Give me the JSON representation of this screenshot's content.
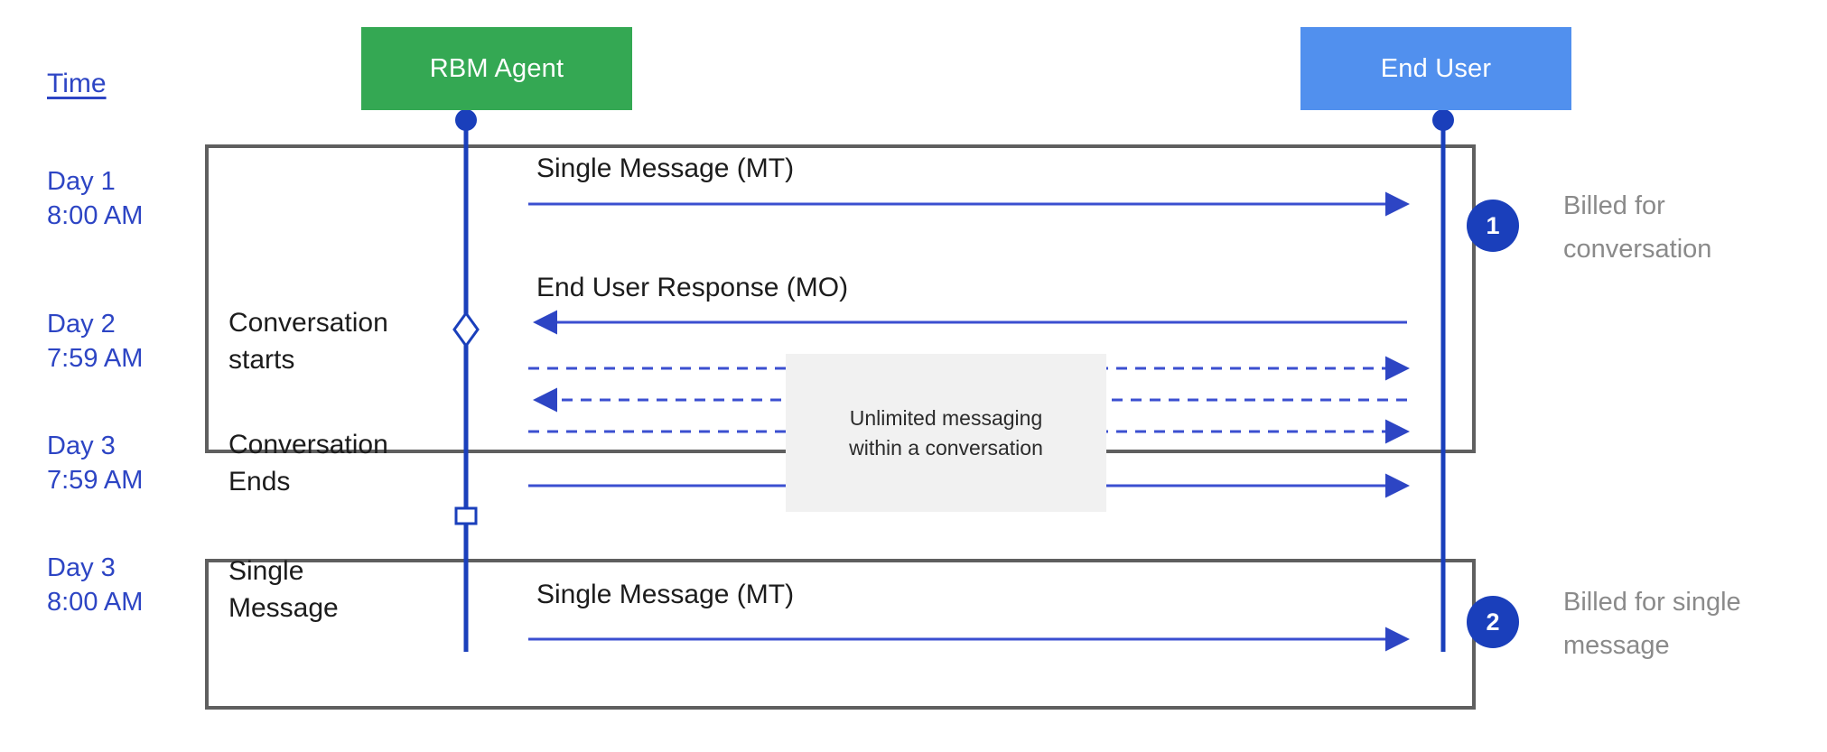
{
  "diagram": {
    "title_column": "Time",
    "actors": [
      {
        "name": "RBM Agent",
        "color": "#34a853",
        "role": "agent"
      },
      {
        "name": "End User",
        "color": "#5190ee",
        "role": "user"
      }
    ],
    "timeline": [
      {
        "day": "Day 1",
        "time": "8:00 AM",
        "label": "Day 1\n8:00 AM"
      },
      {
        "day": "Day 2",
        "time": "7:59 AM",
        "label": "Day 2\n7:59 AM"
      },
      {
        "day": "Day 3",
        "time": "7:59 AM",
        "label": "Day 3\n7:59 AM"
      },
      {
        "day": "Day 3",
        "time": "8:00 AM",
        "label": "Day 3\n8:00 AM"
      }
    ],
    "phases": [
      {
        "key": "conversation_starts",
        "label": "Conversation\nstarts"
      },
      {
        "key": "conversation_ends",
        "label": "Conversation\nEnds"
      },
      {
        "key": "single_message",
        "label": "Single\nMessage"
      }
    ],
    "messages": [
      {
        "id": "mt-1",
        "label": "Single Message (MT)",
        "direction": "agent-to-user",
        "style": "solid"
      },
      {
        "id": "mo-1",
        "label": "End User Response (MO)",
        "direction": "user-to-agent",
        "style": "solid"
      },
      {
        "id": "dashed-1",
        "label": "",
        "direction": "agent-to-user",
        "style": "dashed"
      },
      {
        "id": "dashed-2",
        "label": "",
        "direction": "user-to-agent",
        "style": "dashed"
      },
      {
        "id": "dashed-3",
        "label": "",
        "direction": "agent-to-user",
        "style": "dashed"
      },
      {
        "id": "solid-last",
        "label": "",
        "direction": "agent-to-user",
        "style": "solid"
      },
      {
        "id": "mt-2",
        "label": "Single Message (MT)",
        "direction": "agent-to-user",
        "style": "solid"
      }
    ],
    "note": {
      "line1": "Unlimited messaging",
      "line2": "within a conversation"
    },
    "callouts": [
      {
        "number": "1",
        "text": "Billed for\nconversation"
      },
      {
        "number": "2",
        "text": "Billed for single\nmessage"
      }
    ],
    "colors": {
      "agent_box": "#34a853",
      "user_box": "#5190ee",
      "lifeline": "#1a3fbb",
      "arrow": "#3b4fd0",
      "time_text": "#2d45c4",
      "badge": "#1a3fbb",
      "billing_text": "#8a8a8a",
      "frame_border": "#5f5f5f",
      "note_bg": "#f1f1f1"
    }
  }
}
